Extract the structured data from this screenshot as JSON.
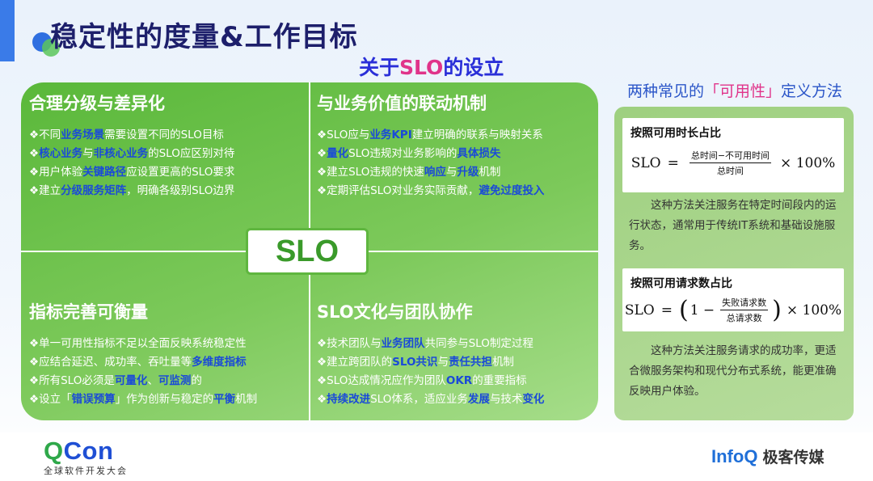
{
  "title": "稳定性的度量&工作目标",
  "subtitle": {
    "pre": "关于",
    "highlight": "SLO",
    "post": "的设立"
  },
  "center_label": "SLO",
  "quadrants": [
    {
      "heading": "合理分级与差异化",
      "items": [
        [
          {
            "t": "❖不同"
          },
          {
            "t": "业务场景",
            "hl": true
          },
          {
            "t": "需要设置不同的SLO目标"
          }
        ],
        [
          {
            "t": "❖"
          },
          {
            "t": "核心业务",
            "hl": true
          },
          {
            "t": "与"
          },
          {
            "t": "非核心业务",
            "hl": true
          },
          {
            "t": "的SLO应区别对待"
          }
        ],
        [
          {
            "t": "❖用户体验"
          },
          {
            "t": "关键路径",
            "hl": true
          },
          {
            "t": "应设置更高的SLO要求"
          }
        ],
        [
          {
            "t": "❖建立"
          },
          {
            "t": "分级服务矩阵",
            "hl": true
          },
          {
            "t": "，明确各级别SLO边界"
          }
        ]
      ]
    },
    {
      "heading": "与业务价值的联动机制",
      "items": [
        [
          {
            "t": "❖SLO应与"
          },
          {
            "t": "业务KPI",
            "hl": true
          },
          {
            "t": "建立明确的联系与映射关系"
          }
        ],
        [
          {
            "t": "❖"
          },
          {
            "t": "量化",
            "hl": true
          },
          {
            "t": "SLO违规对业务影响的"
          },
          {
            "t": "具体损失",
            "hl": true
          }
        ],
        [
          {
            "t": "❖建立SLO违规的快速"
          },
          {
            "t": "响应",
            "hl": true
          },
          {
            "t": "与"
          },
          {
            "t": "升级",
            "hl": true
          },
          {
            "t": "机制"
          }
        ],
        [
          {
            "t": "❖定期评估SLO对业务实际贡献，"
          },
          {
            "t": "避免过度投入",
            "hl": true
          }
        ]
      ]
    },
    {
      "heading": "指标完善可衡量",
      "items": [
        [
          {
            "t": "❖单一可用性指标不足以全面反映系统稳定性"
          }
        ],
        [
          {
            "t": "❖应结合延迟、成功率、吞吐量等"
          },
          {
            "t": "多维度指标",
            "hl": true
          }
        ],
        [
          {
            "t": "❖所有SLO必须是"
          },
          {
            "t": "可量化",
            "hl": true
          },
          {
            "t": "、"
          },
          {
            "t": "可监测",
            "hl": true
          },
          {
            "t": "的"
          }
        ],
        [
          {
            "t": "❖设立「"
          },
          {
            "t": "错误预算",
            "hl": true
          },
          {
            "t": "」作为创新与稳定的"
          },
          {
            "t": "平衡",
            "hl": true
          },
          {
            "t": "机制"
          }
        ]
      ]
    },
    {
      "heading": "SLO文化与团队协作",
      "items": [
        [
          {
            "t": "❖技术团队与"
          },
          {
            "t": "业务团队",
            "hl": true
          },
          {
            "t": "共同参与SLO制定过程"
          }
        ],
        [
          {
            "t": "❖建立跨团队的"
          },
          {
            "t": "SLO共识",
            "hl": true
          },
          {
            "t": "与"
          },
          {
            "t": "责任共担",
            "hl": true
          },
          {
            "t": "机制"
          }
        ],
        [
          {
            "t": "❖SLO达成情况应作为团队"
          },
          {
            "t": "OKR",
            "hl": true
          },
          {
            "t": "的重要指标"
          }
        ],
        [
          {
            "t": "❖"
          },
          {
            "t": "持续改进",
            "hl": true
          },
          {
            "t": "SLO体系，适应业务"
          },
          {
            "t": "发展",
            "hl": true
          },
          {
            "t": "与技术"
          },
          {
            "t": "变化",
            "hl": true
          }
        ]
      ]
    }
  ],
  "right": {
    "title_pre": "两种常见的",
    "title_quote": "「可用性」",
    "title_post": "定义方法",
    "method1": {
      "title": "按照可用时长占比",
      "lhs": "SLO",
      "eq": "=",
      "numerator": "总时间−不可用时间",
      "denominator": "总时间",
      "times": "× 100%",
      "desc": "　　这种方法关注服务在特定时间段内的运行状态，通常用于传统IT系统和基础设施服务。"
    },
    "method2": {
      "title": "按照可用请求数占比",
      "lhs": "SLO",
      "eq": "=",
      "open": "(",
      "one_minus": "1 −",
      "numerator": "失败请求数",
      "denominator": "总请求数",
      "close": ")",
      "times": "× 100%",
      "desc": "　　这种方法关注服务请求的成功率，更适合微服务架构和现代分布式系统，能更准确反映用户体验。"
    }
  },
  "footer": {
    "qcon_q": "Q",
    "qcon_rest": "Con",
    "qcon_sub": "全球软件开发大会",
    "infoq": "InfoQ",
    "infoq_cn": "极客传媒"
  },
  "colors": {
    "accent_blue": "#1a4ad8",
    "panel_green": "#5ab83a",
    "highlight_pink": "#e0348a",
    "title_navy": "#1d1f6b"
  }
}
